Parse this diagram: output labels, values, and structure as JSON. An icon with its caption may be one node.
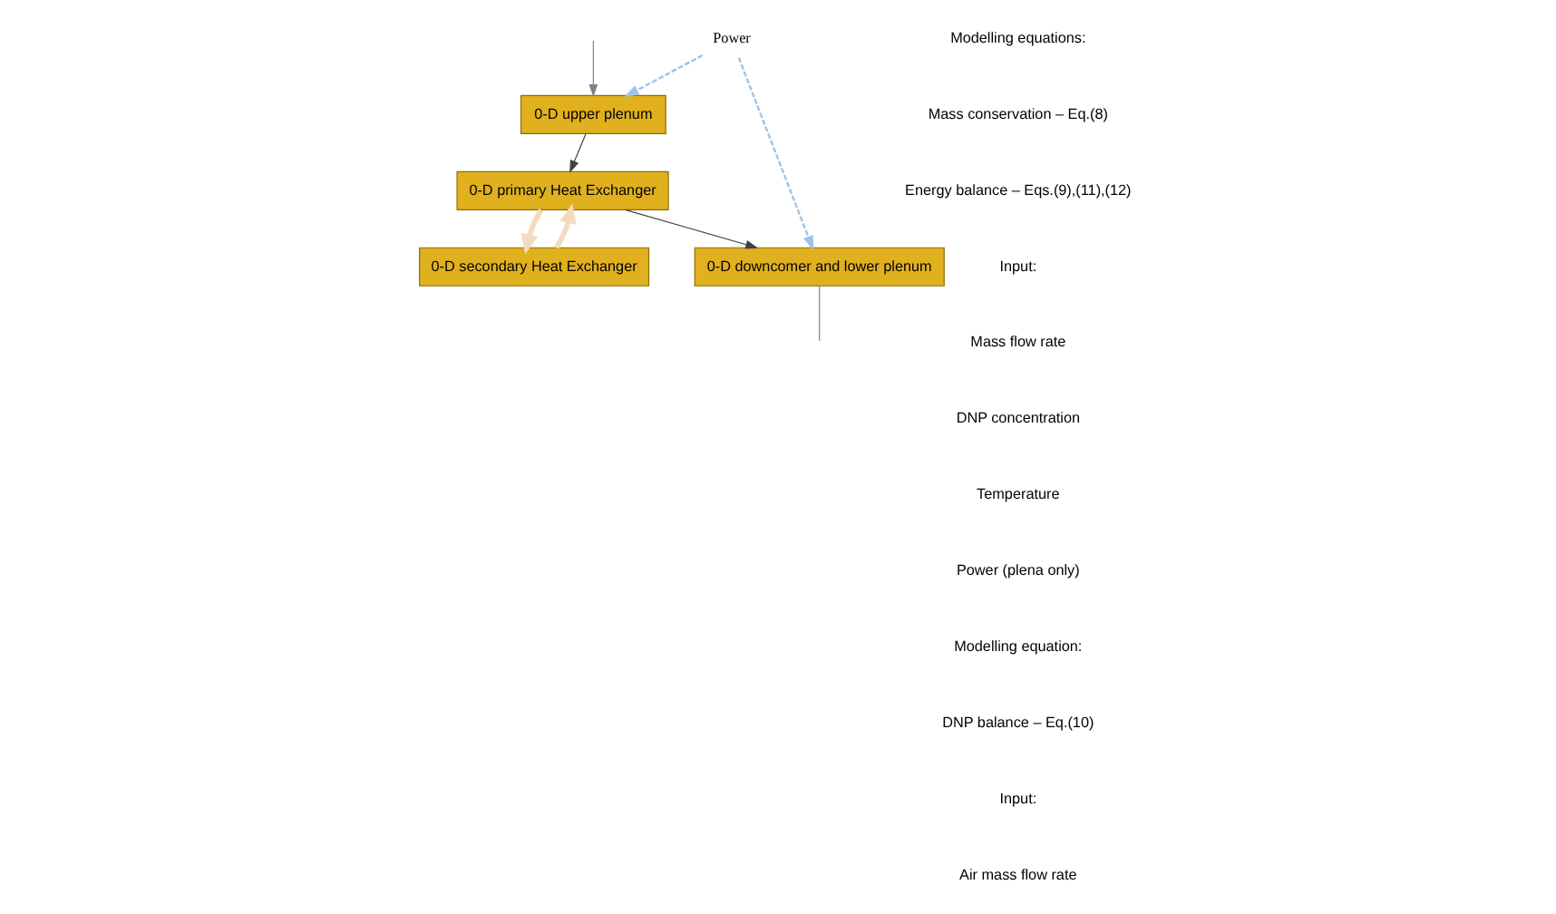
{
  "diagram": {
    "nodes": [
      {
        "text": [
          "0-D upper plenum"
        ]
      },
      {
        "text": [
          "Power"
        ]
      },
      {
        "text": [
          "0-D primary Heat Exchanger"
        ]
      },
      {
        "text": [
          "0-D secondary Heat Exchanger"
        ]
      },
      {
        "text": [
          "0-D downcomer and lower plenum"
        ]
      }
    ],
    "edges": [
      {
        "from": null,
        "to": 0,
        "arrow": "to",
        "color": "#808080"
      },
      {
        "from": 0,
        "to": 2,
        "arrow": "to"
      },
      {
        "from": 1,
        "to": 0,
        "arrow": "to",
        "style": "dashed",
        "color": "#9dc3e6"
      },
      {
        "from": 1,
        "to": 4,
        "arrow": "to",
        "style": "dashed",
        "color": "#9dc3e6"
      },
      {
        "from": 2,
        "to": 4,
        "arrow": "to"
      },
      {
        "from": 2,
        "to": 3,
        "arrow": "to",
        "style": "thick",
        "color": "#f2dcc0"
      },
      {
        "from": 3,
        "to": 2,
        "arrow": "to",
        "style": "thick",
        "color": "#f2dcc0"
      },
      {
        "from": 4,
        "to": null,
        "arrow": "none",
        "color": "#808080"
      }
    ],
    "labels": [
      "Modelling equations:",
      "Mass conservation – Eq.(8)",
      "Energy balance – Eqs.(9),(11),(12)",
      "Input:",
      "Mass flow rate",
      "DNP concentration",
      "Temperature",
      "Power (plena only)",
      "Modelling equation:",
      "DNP balance – Eq.(10)",
      "Input:",
      "Air mass flow rate"
    ]
  }
}
